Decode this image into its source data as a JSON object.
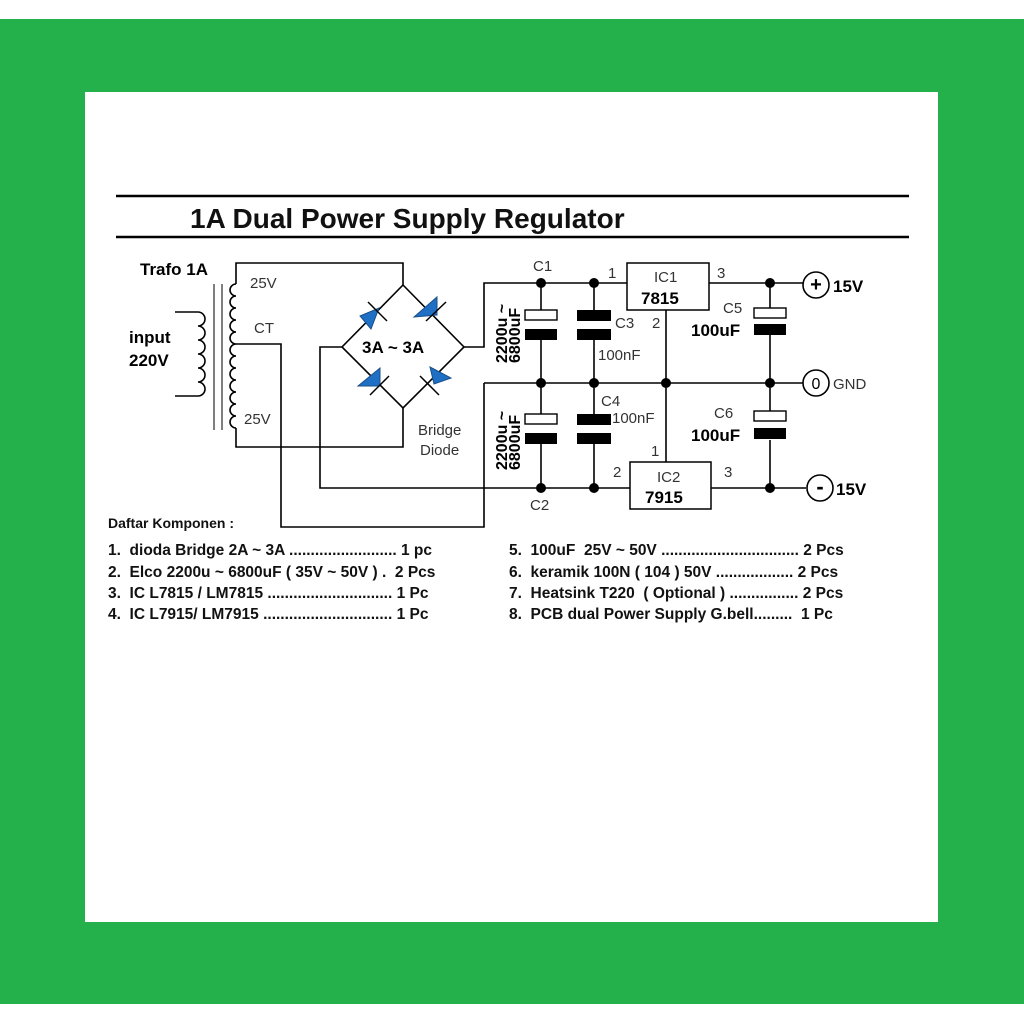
{
  "title": "1A Dual Power Supply Regulator",
  "colors": {
    "frame": "#24b14c",
    "sheet": "#ffffff",
    "diode": "#1f6fc4"
  },
  "transformer": {
    "label": "Trafo 1A",
    "input_line1": "input",
    "input_line2": "220V",
    "top_tap": "25V",
    "center_tap": "CT",
    "bottom_tap": "25V"
  },
  "bridge": {
    "rating": "3A ~ 3A",
    "label_line1": "Bridge",
    "label_line2": "Diode"
  },
  "capacitors": {
    "c1": {
      "name": "C1",
      "value_line1": "2200u ~",
      "value_line2": "6800uF"
    },
    "c2": {
      "name": "C2",
      "value_line1": "2200u ~",
      "value_line2": "6800uF"
    },
    "c3": {
      "name": "C3",
      "value": "100nF"
    },
    "c4": {
      "name": "C4",
      "value": "100nF"
    },
    "c5": {
      "name": "C5",
      "value": "100uF"
    },
    "c6": {
      "name": "C6",
      "value": "100uF"
    }
  },
  "regulators": {
    "ic1": {
      "name": "IC1",
      "part": "7815",
      "pin_in": "1",
      "pin_gnd": "2",
      "pin_out": "3"
    },
    "ic2": {
      "name": "IC2",
      "part": "7915",
      "pin_gnd": "1",
      "pin_in": "2",
      "pin_out": "3"
    }
  },
  "outputs": {
    "pos": {
      "symbol": "+",
      "label": "15V"
    },
    "gnd": {
      "symbol": "0",
      "label": "GND"
    },
    "neg": {
      "symbol": "-",
      "label": "15V"
    }
  },
  "components_list": {
    "heading": "Daftar Komponen :",
    "left": [
      "1.  dioda Bridge 2A ~ 3A ......................... 1 pc",
      "2.  Elco 2200u ~ 6800uF ( 35V ~ 50V ) .  2 Pcs",
      "3.  IC L7815 / LM7815 ............................. 1 Pc",
      "4.  IC L7915/ LM7915 .............................. 1 Pc"
    ],
    "right": [
      "5.  100uF  25V ~ 50V ................................ 2 Pcs",
      "6.  keramik 100N ( 104 ) 50V .................. 2 Pcs",
      "7.  Heatsink T220  ( Optional ) ................ 2 Pcs",
      "8.  PCB dual Power Supply G.bell.........  1 Pc"
    ]
  }
}
